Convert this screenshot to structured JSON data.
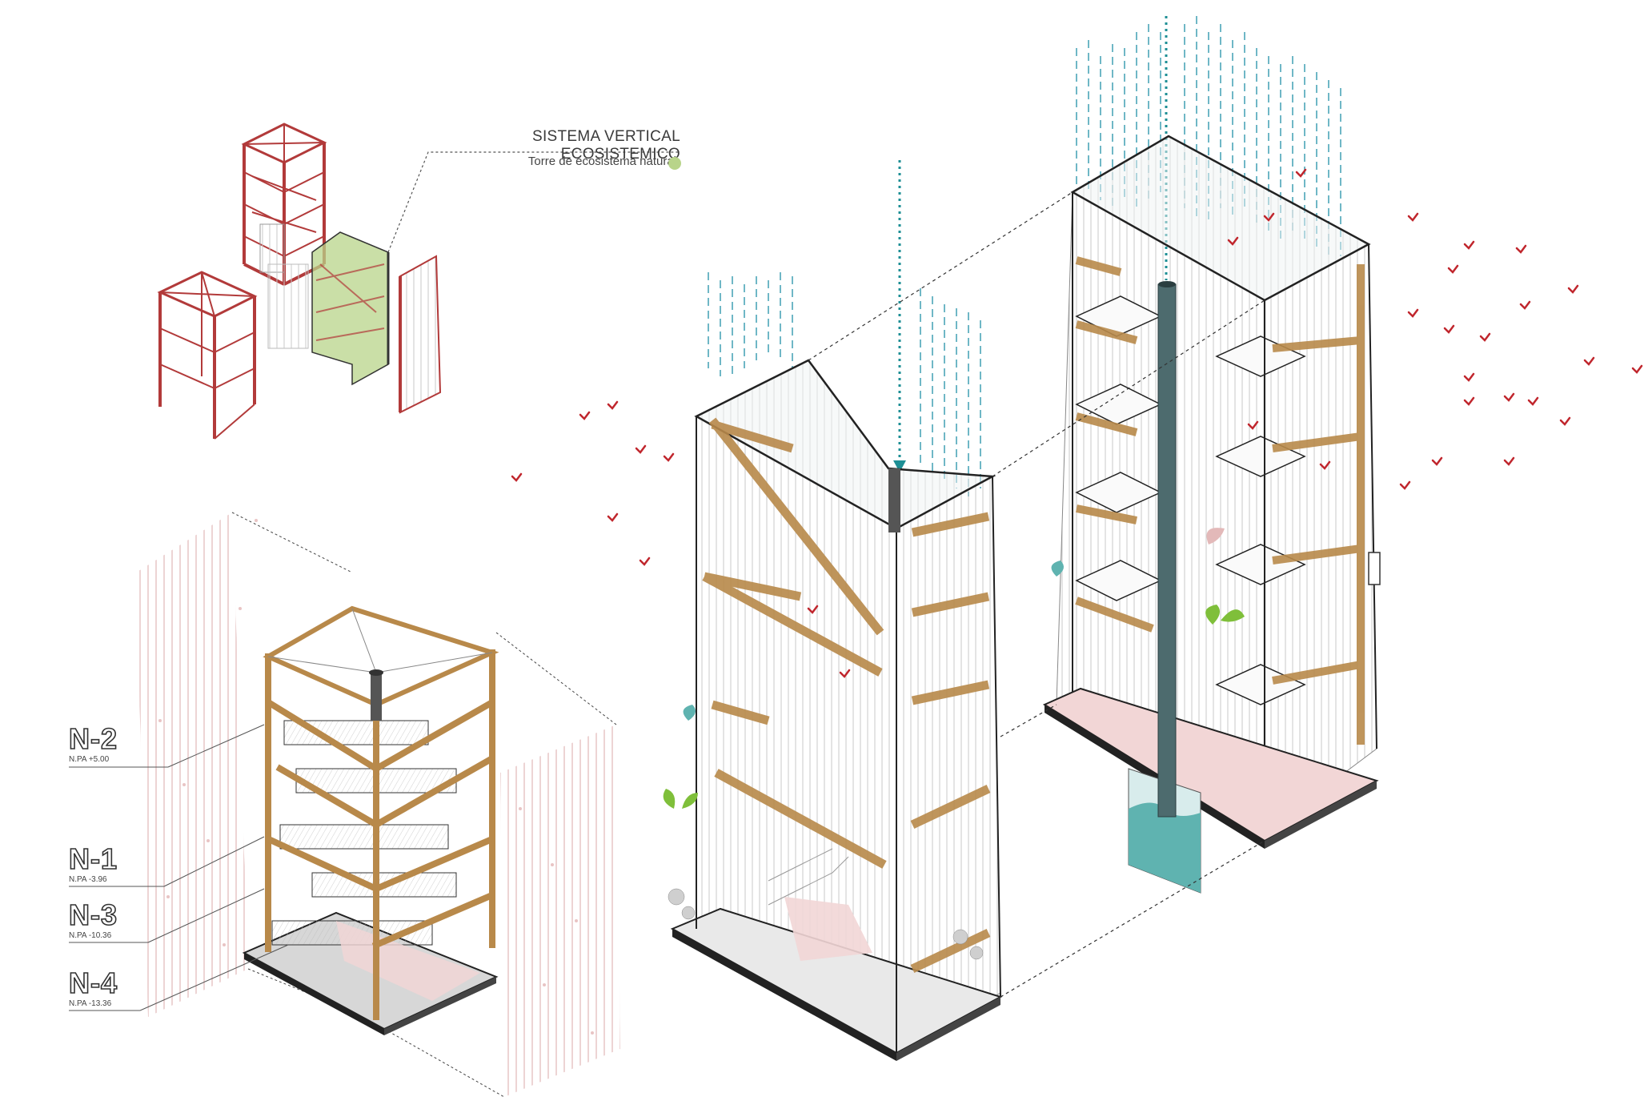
{
  "labels": {
    "title": "SISTEMA VERTICAL ECOSISTEMICO",
    "subtitle": "Torre de ecosistema natural"
  },
  "legend": {
    "color": "#b8d48a"
  },
  "levels": [
    {
      "code": "N-2",
      "elevation": "N.PA +5.00"
    },
    {
      "code": "N-1",
      "elevation": "N.PA -3.96"
    },
    {
      "code": "N-3",
      "elevation": "N.PA -10.36"
    },
    {
      "code": "N-4",
      "elevation": "N.PA -13.36"
    }
  ],
  "colors": {
    "structure_red": "#b23a3a",
    "green_tower": "#b8d48a",
    "timber": "#b8894a",
    "rain": "#6fb7c6",
    "column": "#4d6b6e",
    "water": "#5fb3b0",
    "birds": "#c0262d",
    "pink_soil": "#f2d6d6"
  },
  "icons": [
    "rain-lines",
    "bird-icon",
    "plant-icon",
    "water-tank-icon",
    "downpipe-column"
  ]
}
